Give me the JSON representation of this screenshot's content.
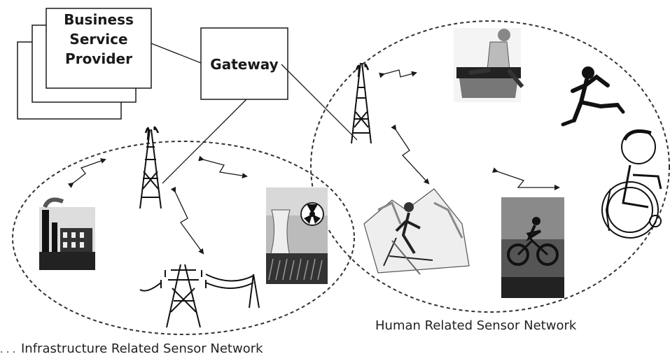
{
  "business_box": {
    "line1": "Business",
    "line2": "Service",
    "line3": "Provider"
  },
  "gateway": {
    "label": "Gateway"
  },
  "networks": {
    "human": "Human Related Sensor Network",
    "infrastructure": "Infrastructure Related Sensor Network"
  },
  "stray_marks": ". . .",
  "icons": [
    "radio-tower-icon",
    "factory-icon",
    "power-pylon-icon",
    "nuclear-plant-icon",
    "patient-icon",
    "runner-icon",
    "wheelchair-user-icon",
    "skier-icon",
    "cyclist-icon",
    "wireless-link-icon"
  ],
  "colors": {
    "line": "#1a1a1a",
    "fill": "#ffffff",
    "dashed": "#333333"
  }
}
